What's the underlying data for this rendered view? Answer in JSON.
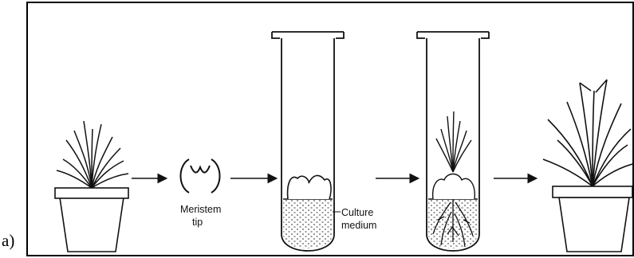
{
  "part_label": "a)",
  "labels": {
    "meristem_line1": "Meristem",
    "meristem_line2": "tip",
    "culture_line1": "Culture",
    "culture_line2": "medium"
  },
  "stages": [
    "plant-in-pot",
    "meristem-tip",
    "tube-culture-medium",
    "tube-plantlet",
    "regenerated-plant-in-pot"
  ],
  "colors": {
    "ink": "#111111",
    "border": "#000000",
    "background": "#ffffff"
  }
}
